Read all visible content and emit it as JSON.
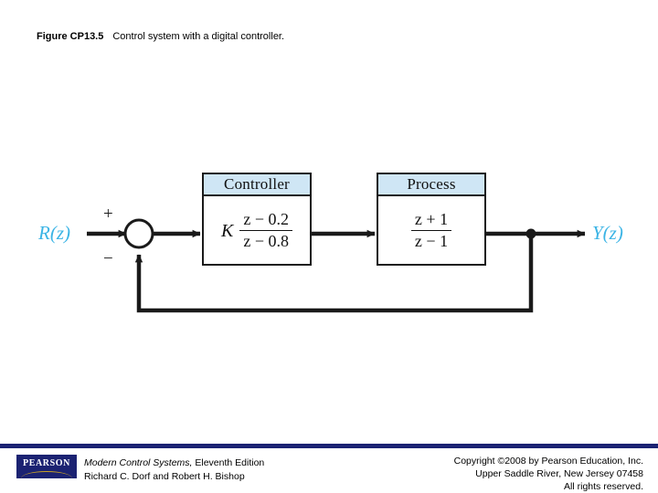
{
  "figure": {
    "label": "Figure CP13.5",
    "caption": "Control system with a digital controller."
  },
  "diagram": {
    "type": "block-diagram",
    "input_label": "R(z)",
    "output_label": "Y(z)",
    "signal_color": "#3BB4E5",
    "line_color": "#1a1a1a",
    "summing_junction": {
      "name": "summing-junction",
      "plus_sign": "+",
      "minus_sign": "−"
    },
    "blocks": [
      {
        "name": "controller",
        "header": "Controller",
        "header_color": "#cfe6f5",
        "gain": "K",
        "numerator": "z − 0.2",
        "denominator": "z − 0.8"
      },
      {
        "name": "process",
        "header": "Process",
        "header_color": "#cfe6f5",
        "gain": "",
        "numerator": "z + 1",
        "denominator": "z − 1"
      }
    ],
    "feedback": {
      "name": "unity-feedback-path",
      "label": ""
    }
  },
  "footer": {
    "logo_text": "PEARSON",
    "book_title": "Modern Control Systems,",
    "book_edition": " Eleventh Edition",
    "authors": "Richard C. Dorf and Robert H. Bishop",
    "copyright_line1": "Copyright ©2008 by Pearson Education, Inc.",
    "copyright_line2": "Upper Saddle River, New Jersey 07458",
    "copyright_line3": "All rights reserved.",
    "rule_color": "#1b2272"
  }
}
